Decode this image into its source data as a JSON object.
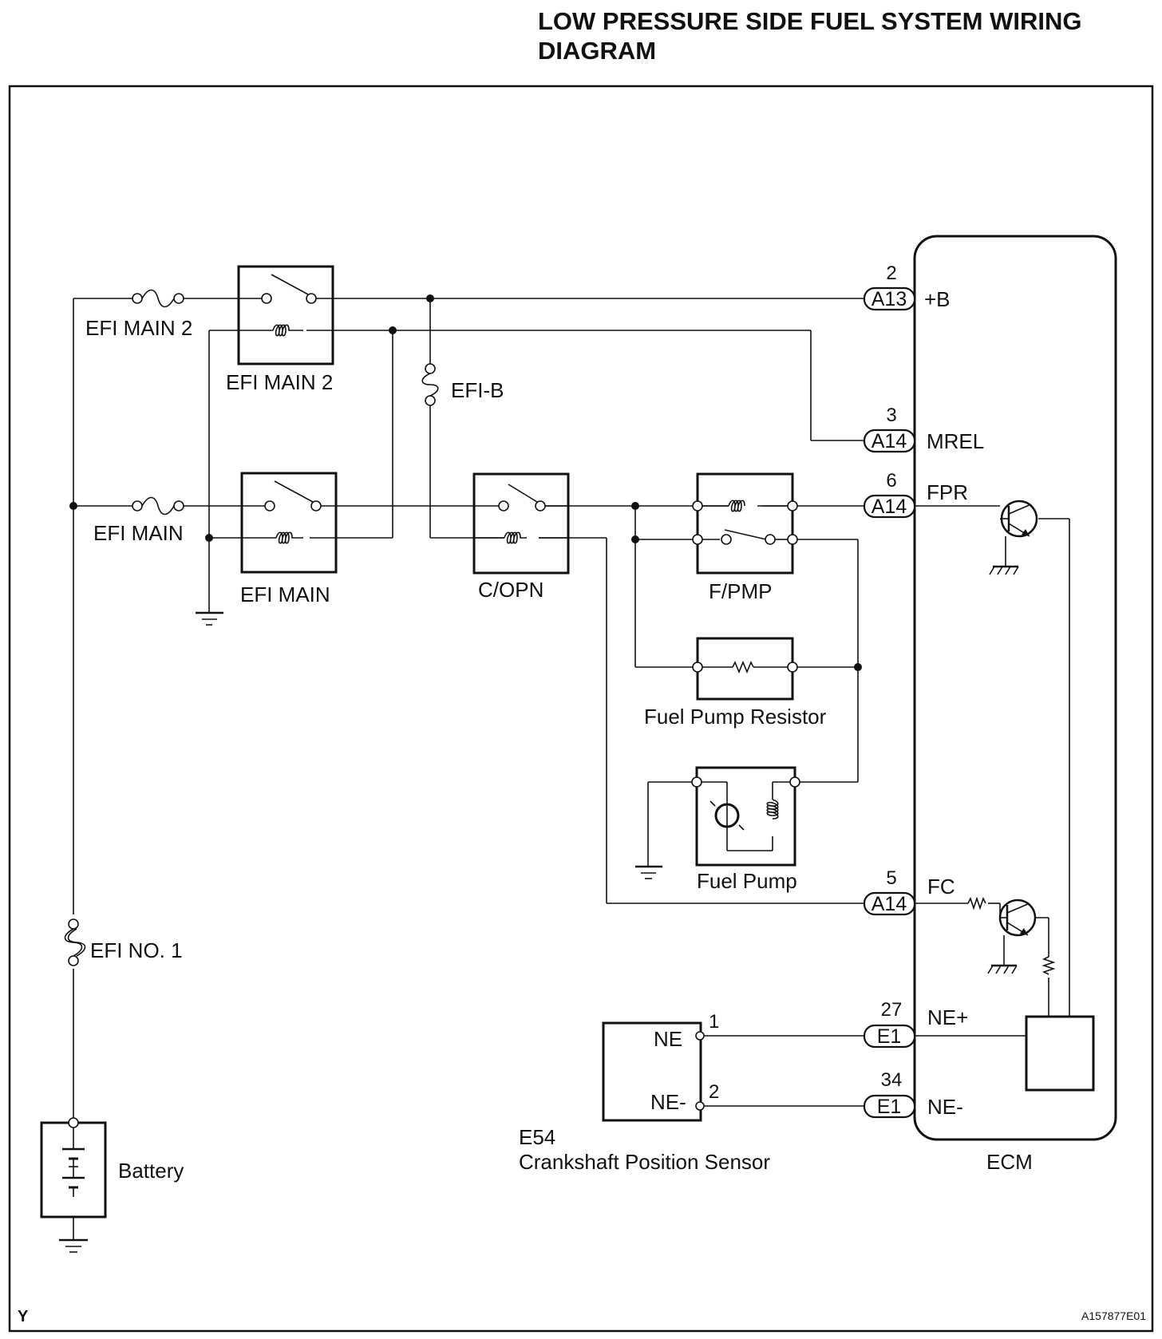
{
  "diagram": {
    "title": "LOW PRESSURE SIDE FUEL SYSTEM WIRING DIAGRAM",
    "figure_id": "A157877E01",
    "corner_mark": "Y",
    "labels": {
      "efi_main2_fuse": "EFI MAIN 2",
      "efi_main2_relay": "EFI MAIN 2",
      "efi_main_fuse": "EFI MAIN",
      "efi_main_relay": "EFI MAIN",
      "efi_b_fuse": "EFI-B",
      "copn_relay": "C/OPN",
      "fpmp_relay": "F/PMP",
      "fuel_pump_resistor": "Fuel Pump Resistor",
      "fuel_pump": "Fuel Pump",
      "efi_no1_fuse": "EFI NO. 1",
      "battery": "Battery",
      "sensor_code": "E54",
      "sensor_name": "Crankshaft Position Sensor",
      "sensor_pin_ne": "NE",
      "sensor_pin_ne_minus": "NE-",
      "ecm": "ECM"
    },
    "sensor_pins": {
      "ne_num": "1",
      "ne_minus_num": "2"
    },
    "ecm_pins": [
      {
        "num": "2",
        "connector": "A13",
        "signal": "+B"
      },
      {
        "num": "3",
        "connector": "A14",
        "signal": "MREL"
      },
      {
        "num": "6",
        "connector": "A14",
        "signal": "FPR"
      },
      {
        "num": "5",
        "connector": "A14",
        "signal": "FC"
      },
      {
        "num": "27",
        "connector": "E1",
        "signal": "NE+"
      },
      {
        "num": "34",
        "connector": "E1",
        "signal": "NE-"
      }
    ]
  }
}
